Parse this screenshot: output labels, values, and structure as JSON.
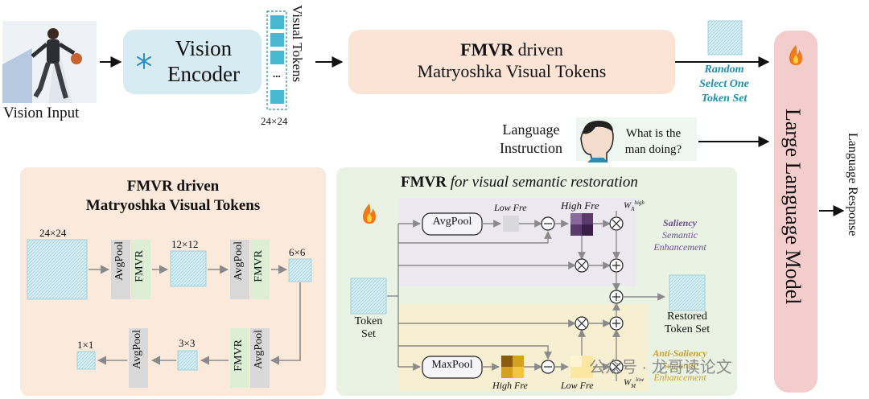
{
  "top": {
    "vision_input_label": "Vision Input",
    "encoder_label_line1": "Vision",
    "encoder_label_line2": "Encoder",
    "visual_tokens_label": "Visual Tokens",
    "visual_tokens_size": "24×24",
    "tokens_ellipsis": "...",
    "fmvr_box_line1_bold": "FMVR",
    "fmvr_box_line1_rest": " driven",
    "fmvr_box_line2": "Matryoshka Visual Tokens",
    "random_select_line1": "Random",
    "random_select_line2": "Select One",
    "random_select_line3": "Token Set",
    "language_instruction_line1": "Language",
    "language_instruction_line2": "Instruction",
    "question_line1": "What is the",
    "question_line2": "man doing?",
    "llm_label": "Large Language Model",
    "response_label": "Language Response"
  },
  "left_panel": {
    "title_line1": "FMVR driven",
    "title_line2": "Matryoshka Visual Tokens",
    "sizes": [
      "24×24",
      "12×12",
      "6×6",
      "3×3",
      "1×1"
    ],
    "avgpool": "AvgPool",
    "fmvr": "FMVR"
  },
  "right_panel": {
    "title_bold": "FMVR",
    "title_rest": " for visual semantic restoration",
    "avgpool": "AvgPool",
    "maxpool": "MaxPool",
    "low_fre_top": "Low Fre",
    "high_fre_top": "High Fre",
    "high_fre_bottom": "High Fre",
    "low_fre_bottom": "Low Fre",
    "w_high": "W",
    "w_high_sub": "A",
    "w_high_sup": "high",
    "w_low": "W",
    "w_low_sub": "M",
    "w_low_sup": "low",
    "saliency_line1": "Saliency",
    "saliency_line2": "Semantic",
    "saliency_line3": "Enhancement",
    "anti_line1": "Anti-Saliency",
    "anti_line2": "Semantic",
    "anti_line3": "Enhancement",
    "token_set_line1": "Token",
    "token_set_line2": "Set",
    "restored_line1": "Restored",
    "restored_line2": "Token Set"
  },
  "watermark": "公众号 · 龙哥读论文",
  "colors": {
    "peach": "#fbe4d6",
    "light_blue_box": "#d7ecf2",
    "token_cyan": "#47b8cf",
    "green_panel": "#e9f2e3",
    "llm_pink": "#f3cccc",
    "accent_teal": "#1f8fb0",
    "saliency_purple": "#6a4c93",
    "anti_gold": "#c9a227"
  },
  "icons": [
    "snowflake-icon",
    "fire-icon",
    "person-head-icon",
    "basketball-player-image"
  ]
}
